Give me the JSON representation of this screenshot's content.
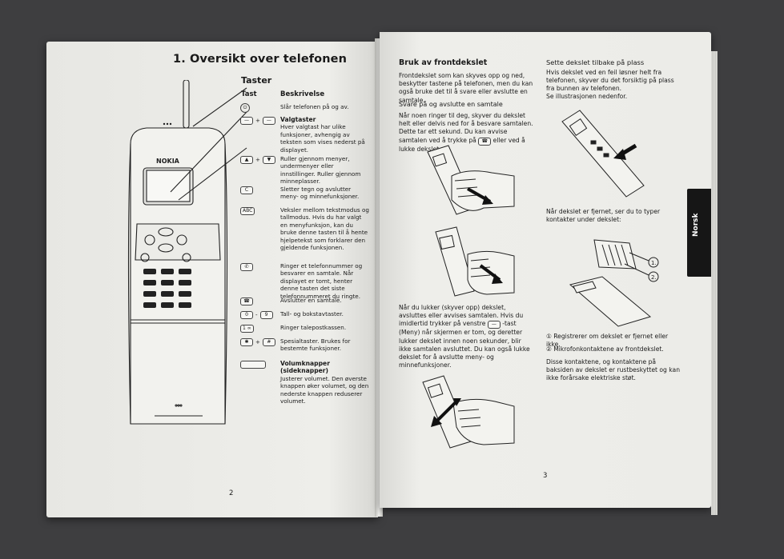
{
  "left_page": {
    "title": "1. Oversikt over telefonen",
    "section": "Taster",
    "col_tast": "Tast",
    "col_beskrivelse": "Beskrivelse",
    "phone_brand": "NOKIA",
    "rows": [
      {
        "key": "power",
        "title": "",
        "text": "Slår telefonen på og av."
      },
      {
        "key": "select",
        "title": "Valgtaster",
        "text": "Hver valgtast har ulike funksjoner, avhengig av teksten som vises nederst på displayet."
      },
      {
        "key": "scroll",
        "title": "",
        "text": "Ruller gjennom menyer, undermenyer eller innstillinger. Ruller gjennom minneplasser."
      },
      {
        "key": "clear",
        "title": "",
        "text": "Sletter tegn og avslutter meny- og minnefunksjoner."
      },
      {
        "key": "abc",
        "title": "",
        "text": "Veksler mellom tekstmodus og tallmodus. Hvis du har valgt en menyfunksjon, kan du bruke denne tasten til å hente hjelpetekst som forklarer den gjeldende funksjonen."
      },
      {
        "key": "call",
        "title": "",
        "text": "Ringer et telefonnummer og besvarer en samtale. Når displayet er tomt, henter denne tasten det siste telefonnummeret du ringte."
      },
      {
        "key": "end",
        "title": "",
        "text": "Avslutter en samtale."
      },
      {
        "key": "digits",
        "title": "",
        "text": "Tall- og bokstavtaster."
      },
      {
        "key": "voicemail",
        "title": "",
        "text": "Ringer talepostkassen."
      },
      {
        "key": "special",
        "title": "",
        "text": "Spesialtaster. Brukes for bestemte funksjoner."
      },
      {
        "key": "volume",
        "title": "Volumknapper (sideknapper)",
        "text": "Justerer volumet. Den øverste knappen øker volumet, og den nederste knappen reduserer volumet."
      }
    ],
    "page_number": "2"
  },
  "right_page": {
    "col1": {
      "heading": "Bruk av frontdekslet",
      "intro": "Frontdekslet som kan skyves opp og ned, beskytter tastene på telefonen, men du kan også bruke det til å svare eller avslutte en samtale.",
      "sub": "Svare på og avslutte en samtale",
      "answer_text": "Når noen ringer til deg, skyver du dekslet helt eller delvis ned for å besvare samtalen. Dette tar ett sekund. Du kan avvise samtalen ved å trykke på",
      "answer_tail": "eller ved å lukke dekslet.",
      "close_text": "Når du lukker (skyver opp) dekslet, avsluttes eller avvises samtalen. Hvis du imidlertid trykker på venstre",
      "close_menu": "Meny",
      "close_text2": "-tast (Meny) når skjermen er tom, og deretter lukker dekslet innen noen sekunder, blir ikke samtalen avsluttet. Du kan også lukke dekslet for å avslutte meny- og minnefunksjoner."
    },
    "col2": {
      "heading": "Sette dekslet tilbake på plass",
      "text": "Hvis dekslet ved en feil løsner helt fra telefonen, skyver du det forsiktig på plass fra bunnen av telefonen.",
      "text2": "Se illustrasjonen nedenfor.",
      "removed_text": "Når dekslet er fjernet, ser du to typer kontakter under dekslet:",
      "callout1": "1.",
      "callout2": "2.",
      "item1": "① Registrerer om dekslet er fjernet eller ikke.",
      "item2": "② Mikrofonkontaktene av frontdekslet.",
      "warning": "Disse kontaktene, og kontaktene på baksiden av dekslet er rustbeskyttet og kan ikke forårsake elektriske støt."
    },
    "tab_label": "Norsk",
    "page_number": "3"
  }
}
